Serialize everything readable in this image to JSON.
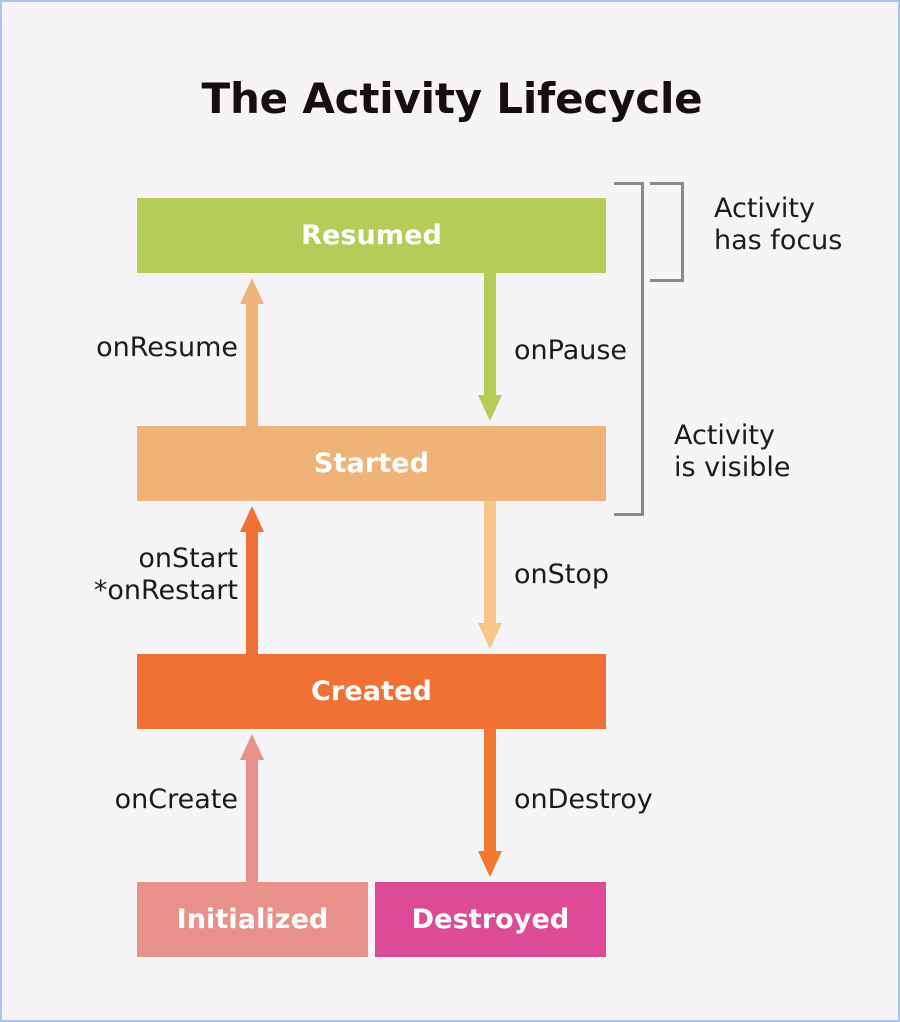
{
  "diagram": {
    "title": "The Activity Lifecycle",
    "background_color": "#f6f4f7",
    "border_color": "#a8c3f0",
    "states": [
      {
        "id": "resumed",
        "label": "Resumed",
        "color": "#b5cc58"
      },
      {
        "id": "started",
        "label": "Started",
        "color": "#efb279"
      },
      {
        "id": "created",
        "label": "Created",
        "color": "#ef7134"
      },
      {
        "id": "initialized",
        "label": "Initialized",
        "color": "#e8918a"
      },
      {
        "id": "destroyed",
        "label": "Destroyed",
        "color": "#dd4a96"
      }
    ],
    "transitions": [
      {
        "id": "onresume",
        "label": "onResume",
        "direction": "up",
        "color": "#efb279",
        "from": "Started",
        "to": "Resumed"
      },
      {
        "id": "onpause",
        "label": "onPause",
        "direction": "down",
        "color": "#b5cc58",
        "from": "Resumed",
        "to": "Started"
      },
      {
        "id": "onstart",
        "label": "onStart\n*onRestart",
        "direction": "up",
        "color": "#ef7134",
        "from": "Created",
        "to": "Started"
      },
      {
        "id": "onstop",
        "label": "onStop",
        "direction": "down",
        "color": "#f6c68a",
        "from": "Started",
        "to": "Created"
      },
      {
        "id": "oncreate",
        "label": "onCreate",
        "direction": "up",
        "color": "#e8918a",
        "from": "Initialized",
        "to": "Created"
      },
      {
        "id": "ondestroy",
        "label": "onDestroy",
        "direction": "down",
        "color": "#f2782f",
        "from": "Created",
        "to": "Destroyed"
      }
    ],
    "scopes": [
      {
        "id": "focus",
        "label": "Activity\nhas focus",
        "bracket_color": "#8a8a8a"
      },
      {
        "id": "visible",
        "label": "Activity\nis visible",
        "bracket_color": "#8a8a8a"
      }
    ]
  }
}
